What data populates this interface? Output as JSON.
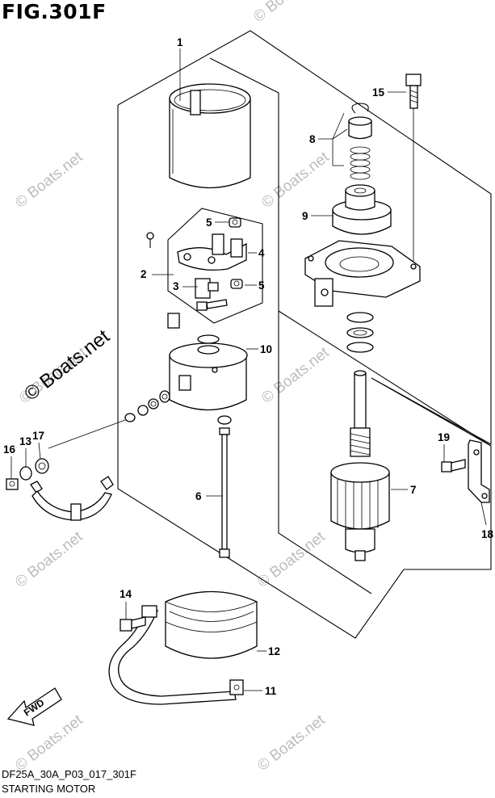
{
  "figure": {
    "title": "FIG.301F",
    "code": "DF25A_30A_P03_017_301F",
    "caption": "STARTING MOTOR",
    "fwd_label": "FWD"
  },
  "watermark": {
    "text": "© Boats.net"
  },
  "callouts": {
    "c1": "1",
    "c2": "2",
    "c3": "3",
    "c4": "4",
    "c5a": "5",
    "c5b": "5",
    "c6": "6",
    "c7": "7",
    "c8": "8",
    "c9": "9",
    "c10": "10",
    "c11": "11",
    "c12": "12",
    "c13": "13",
    "c14": "14",
    "c15": "15",
    "c16": "16",
    "c17": "17",
    "c18": "18",
    "c19": "19"
  }
}
